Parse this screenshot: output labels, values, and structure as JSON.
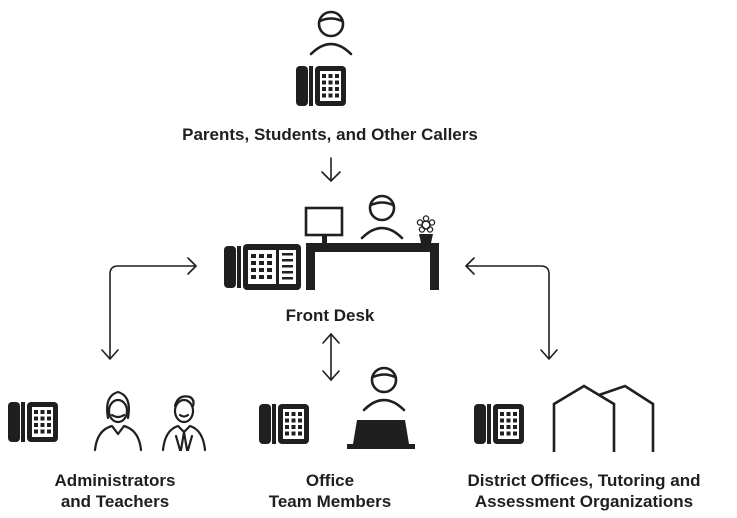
{
  "colors": {
    "ink": "#1f1f1f",
    "background": "#ffffff"
  },
  "nodes": {
    "callers": {
      "label": "Parents, Students, and Other Callers",
      "icons": [
        "person-icon",
        "desk-phone-icon"
      ]
    },
    "front_desk": {
      "label": "Front Desk",
      "icons": [
        "multiline-phone-icon",
        "monitor-icon",
        "receptionist-icon",
        "desk-icon",
        "flower-pot-icon"
      ]
    },
    "admins": {
      "label_line1": "Administrators",
      "label_line2": "and Teachers",
      "icons": [
        "desk-phone-icon",
        "woman-icon",
        "man-icon"
      ]
    },
    "office_team": {
      "label_line1": "Office",
      "label_line2": "Team Members",
      "icons": [
        "desk-phone-icon",
        "person-at-laptop-icon"
      ]
    },
    "district": {
      "label_line1": "District Offices, Tutoring and",
      "label_line2": "Assessment Organizations",
      "icons": [
        "desk-phone-icon",
        "buildings-outline-icon"
      ]
    }
  },
  "connections": [
    {
      "from": "callers",
      "to": "front_desk",
      "direction": "one-way"
    },
    {
      "from": "front_desk",
      "to": "admins",
      "direction": "two-way"
    },
    {
      "from": "front_desk",
      "to": "office_team",
      "direction": "two-way"
    },
    {
      "from": "front_desk",
      "to": "district",
      "direction": "two-way"
    }
  ]
}
